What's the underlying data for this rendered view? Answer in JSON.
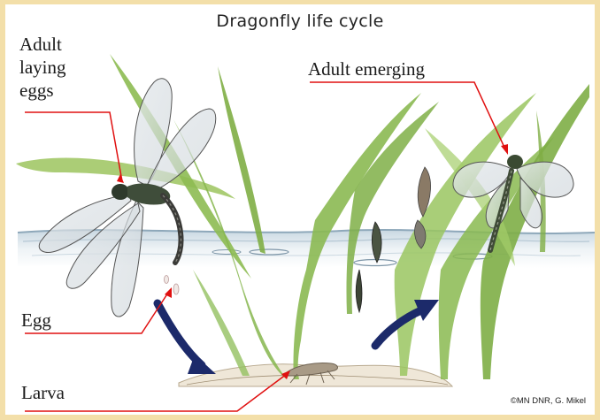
{
  "title": "Dragonfly life cycle",
  "labels": {
    "adult_laying_line1": "Adult",
    "adult_laying_line2": "laying",
    "adult_laying_line3": "eggs",
    "adult_emerging": "Adult emerging",
    "egg": "Egg",
    "larva": "Larva"
  },
  "credit": "©MN DNR, G. Mikel",
  "colors": {
    "frame": "#f3dfa9",
    "pointer": "#e01010",
    "arrow": "#1c2a6a",
    "water": "#9ab3c4",
    "grass": "#8fbf5a"
  }
}
